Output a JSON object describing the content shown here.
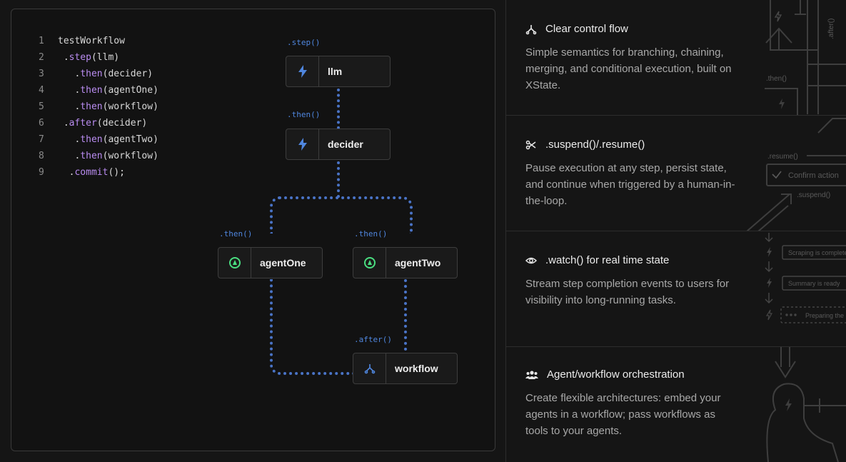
{
  "code": {
    "lines": [
      {
        "num": "1",
        "parts": [
          {
            "t": "testWorkflow",
            "c": "plain"
          }
        ]
      },
      {
        "num": "2",
        "parts": [
          {
            "t": " .",
            "c": "plain"
          },
          {
            "t": "step",
            "c": "kw"
          },
          {
            "t": "(llm)",
            "c": "plain"
          }
        ]
      },
      {
        "num": "3",
        "parts": [
          {
            "t": "   .",
            "c": "plain"
          },
          {
            "t": "then",
            "c": "kw"
          },
          {
            "t": "(decider)",
            "c": "plain"
          }
        ]
      },
      {
        "num": "4",
        "parts": [
          {
            "t": "   .",
            "c": "plain"
          },
          {
            "t": "then",
            "c": "kw"
          },
          {
            "t": "(agentOne)",
            "c": "plain"
          }
        ]
      },
      {
        "num": "5",
        "parts": [
          {
            "t": "   .",
            "c": "plain"
          },
          {
            "t": "then",
            "c": "kw"
          },
          {
            "t": "(workflow)",
            "c": "plain"
          }
        ]
      },
      {
        "num": "6",
        "parts": [
          {
            "t": " .",
            "c": "plain"
          },
          {
            "t": "after",
            "c": "kw"
          },
          {
            "t": "(decider)",
            "c": "plain"
          }
        ]
      },
      {
        "num": "7",
        "parts": [
          {
            "t": "   .",
            "c": "plain"
          },
          {
            "t": "then",
            "c": "kw"
          },
          {
            "t": "(agentTwo)",
            "c": "plain"
          }
        ]
      },
      {
        "num": "8",
        "parts": [
          {
            "t": "   .",
            "c": "plain"
          },
          {
            "t": "then",
            "c": "kw"
          },
          {
            "t": "(workflow)",
            "c": "plain"
          }
        ]
      },
      {
        "num": "9",
        "parts": [
          {
            "t": "  .",
            "c": "plain"
          },
          {
            "t": "commit",
            "c": "kw"
          },
          {
            "t": "();",
            "c": "plain"
          }
        ]
      }
    ]
  },
  "flow": {
    "labels": {
      "step": ".step()",
      "then_decider": ".then()",
      "then_agent_one": ".then()",
      "then_agent_two": ".then()",
      "after_workflow": ".after()"
    },
    "nodes": {
      "llm": {
        "name": "llm",
        "icon": "bolt-icon"
      },
      "decider": {
        "name": "decider",
        "icon": "bolt-icon"
      },
      "agent_one": {
        "name": "agentOne",
        "icon": "agent-icon"
      },
      "agent_two": {
        "name": "agentTwo",
        "icon": "agent-icon"
      },
      "workflow": {
        "name": "workflow",
        "icon": "branch-icon"
      }
    }
  },
  "features": [
    {
      "title": "Clear control flow",
      "icon": "branch-icon",
      "desc": "Simple semantics for branching, chaining, merging, and conditional execution, built on XState."
    },
    {
      "title": ".suspend()/.resume()",
      "icon": "scissors-icon",
      "desc": "Pause execution at any step, persist state, and continue when triggered by a human-in-the-loop."
    },
    {
      "title": ".watch() for real time state",
      "icon": "eye-icon",
      "desc": "Stream step completion events to users for visibility into long-running tasks."
    },
    {
      "title": "Agent/workflow orchestration",
      "icon": "users-icon",
      "desc": "Create flexible architectures: embed your agents in a workflow; pass workflows as tools to your agents."
    }
  ],
  "decorations": {
    "control_flow": {
      "after": ".after()",
      "then": ".then()"
    },
    "suspend": {
      "resume": ".resume()",
      "confirm": "Confirm action",
      "suspend": ".suspend()"
    },
    "watch": {
      "scraping": "Scraping is complete",
      "summary": "Summary is ready",
      "preparing": "Preparing the"
    }
  },
  "colors": {
    "accent_blue": "#4f86de",
    "connector": "#4a74c7",
    "agent_green": "#4ade80",
    "keyword_purple": "#b98cf0"
  }
}
